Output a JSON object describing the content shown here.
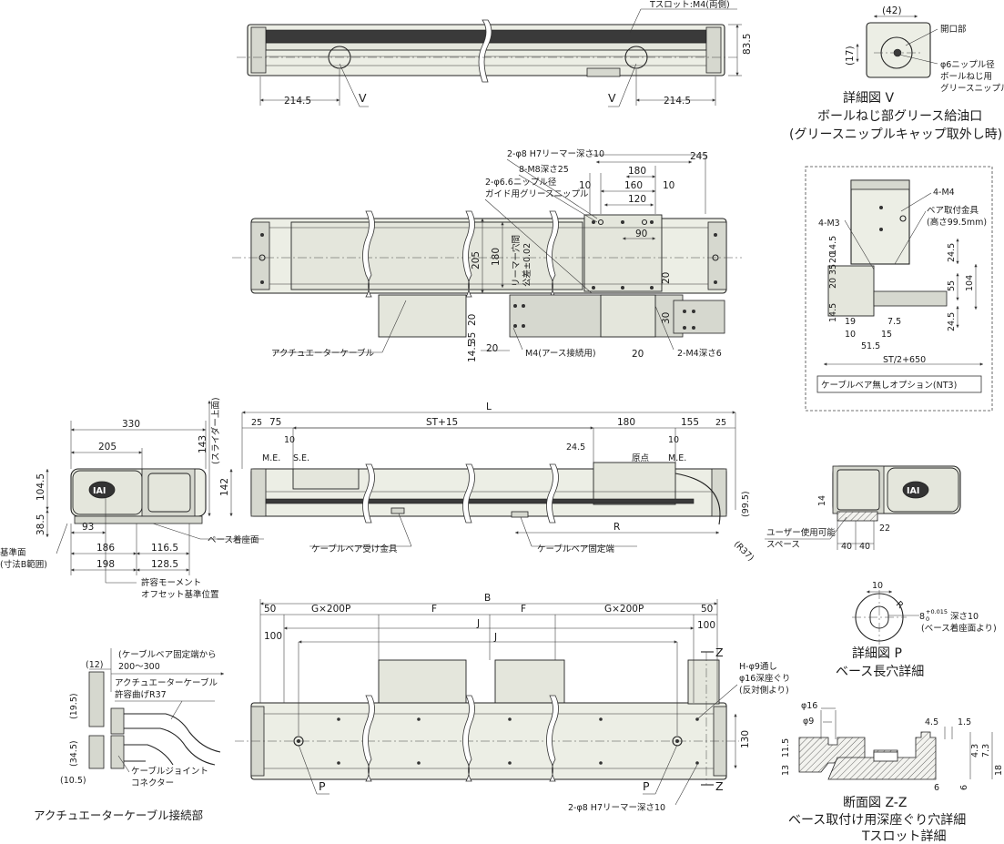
{
  "top_view": {
    "tslot_note": "Tスロット:M4(両側)",
    "dim_left": "214.5",
    "dim_right": "214.5",
    "height": "83.5",
    "label_v1": "V",
    "label_v2": "V"
  },
  "detail_v": {
    "dim_w": "(42)",
    "dim_h": "(17)",
    "opening": "開口部",
    "nipple_line1": "φ6ニップル径",
    "nipple_line2": "ボールねじ用",
    "nipple_line3": "グリースニップル",
    "title1": "詳細図 V",
    "title2": "ボールねじ部グリース給油口",
    "title3": "(グリースニップルキャップ取外し時)"
  },
  "plan_view": {
    "reamer": "2-φ8 H7リーマー深さ10",
    "m8": "8-M8深さ25",
    "nipple1": "2-φ6.6ニップル径",
    "nipple2": "ガイド用グリースニップル",
    "d245": "245",
    "d180": "180",
    "d160": "160",
    "d120": "120",
    "d10a": "10",
    "d10b": "10",
    "d90": "90",
    "d205": "205",
    "d180v": "180",
    "reamer_pitch1": "リーマー穴間",
    "reamer_pitch2": "公差±0.02",
    "d20a": "20",
    "d30": "30",
    "d20b": "20",
    "d35": "35",
    "d20c": "20",
    "d145": "14.5",
    "d20d": "20",
    "d20e": "20",
    "actuator_cable": "アクチュエーターケーブル",
    "m4_earth": "M4(アース接続用)",
    "m4_depth": "2-M4深さ6"
  },
  "nt3_box": {
    "m4": "4-M4",
    "m3": "4-M3",
    "pair_fix1": "ベア取付金具",
    "pair_fix2": "(高さ99.5mm)",
    "d145a": "14.5",
    "d20": "20",
    "d35": "35",
    "d20b": "20",
    "d145b": "14.5",
    "d245a": "24.5",
    "d55": "55",
    "d104": "104",
    "d245b": "24.5",
    "d19": "19",
    "d75": "7.5",
    "d10": "10",
    "d15": "15",
    "d515": "51.5",
    "st": "ST/2+650",
    "caption": "ケーブルベア無しオプション(NT3)"
  },
  "end_view": {
    "d330": "330",
    "d205": "205",
    "d143": "143",
    "slider_top": "(スライダー上面)",
    "d1045": "104.5",
    "d142": "142",
    "d385": "38.5",
    "d93": "93",
    "d186": "186",
    "d1165": "116.5",
    "d198": "198",
    "d1285": "128.5",
    "base_ref1": "基準面",
    "base_ref2": "(寸法B範囲)",
    "base_mount": "ベース着座面",
    "moment1": "許容モーメント",
    "moment2": "オフセット基準位置",
    "logo": "IAI"
  },
  "side_view": {
    "L": "L",
    "d25a": "25",
    "d75": "75",
    "st15": "ST+15",
    "d180": "180",
    "d155": "155",
    "d25b": "25",
    "d10a": "10",
    "d245": "24.5",
    "d10b": "10",
    "me1": "M.E.",
    "se": "S.E.",
    "origin": "原点",
    "me2": "M.E.",
    "d995": "(99.5)",
    "R": "R",
    "r37": "(R37)",
    "bearer_receiver": "ケーブルベア受け金具",
    "bearer_fixed": "ケーブルベア固定端"
  },
  "right_end": {
    "d14": "14",
    "d22": "22",
    "d40a": "40",
    "d40b": "40",
    "user_space1": "ユーザー使用可能",
    "user_space2": "スペース",
    "logo": "IAI"
  },
  "bottom_view": {
    "B": "B",
    "d50a": "50",
    "g200a": "G×200P",
    "F1": "F",
    "F2": "F",
    "g200b": "G×200P",
    "d50b": "50",
    "d100a": "100",
    "J1": "J",
    "d100b": "100",
    "J2": "J",
    "Z1": "Z",
    "Z2": "Z",
    "hole1": "H-φ9通し",
    "hole2": "φ16深座ぐり",
    "hole3": "(反対側より)",
    "d130": "130",
    "P1": "P",
    "P2": "P",
    "reamer": "2-φ8 H7リーマー深さ10"
  },
  "detail_p": {
    "d10": "10",
    "R": "R",
    "hole": "8",
    "tol": "+0.015",
    "tol0": "0",
    "depth": "深さ10",
    "from": "(ベース着座面より)",
    "title1": "詳細図 P",
    "title2": "ベース長穴詳細"
  },
  "cable_joint": {
    "d12": "(12)",
    "d195": "(19.5)",
    "d345": "(34.5)",
    "d105": "(10.5)",
    "from_fixed1": "(ケーブルベア固定端から",
    "from_fixed2": "200〜300",
    "bend1": "アクチュエーターケーブル",
    "bend2": "許容曲げR37",
    "joint1": "ケーブルジョイント",
    "joint2": "コネクター",
    "caption": "アクチュエーターケーブル接続部"
  },
  "section_zz": {
    "d16": "φ16",
    "d9": "φ9",
    "d45": "4.5",
    "d15": "1.5",
    "d115": "11.5",
    "d13": "13",
    "d43": "4.3",
    "d73": "7.3",
    "d18": "18",
    "d6a": "6",
    "d6b": "6",
    "title1": "断面図 Z-Z",
    "title2": "ベース取付け用深座ぐり穴詳細",
    "title3": "Tスロット詳細"
  }
}
